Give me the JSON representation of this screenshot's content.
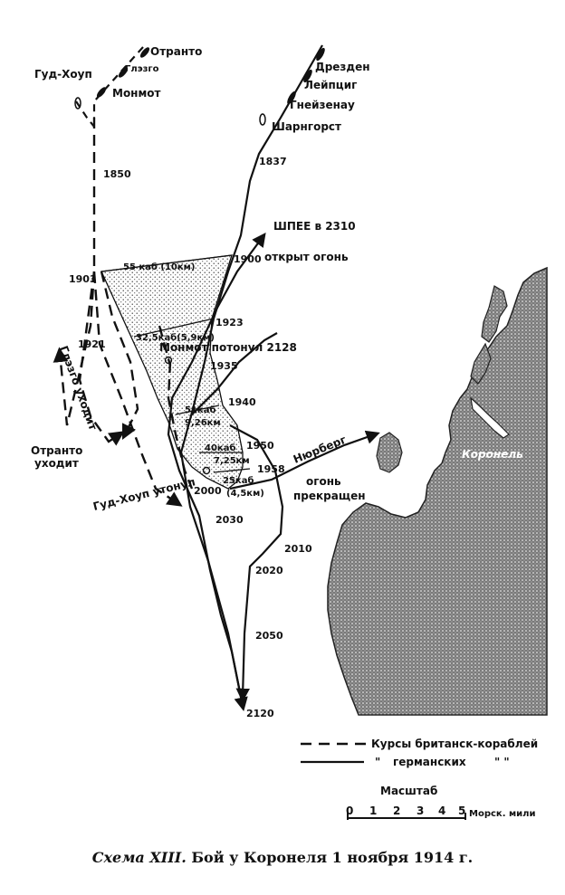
{
  "ships": {
    "otranto": "Отранто",
    "glasgow": "Глэзго",
    "good_hope": "Гуд-Хоуп",
    "monmouth": "Монмот",
    "dresden": "Дрезден",
    "leipzig": "Лейпциг",
    "gneisenau": "Гнейзенау",
    "scharnhorst": "Шарнгорст"
  },
  "events": {
    "spee": "ШПЕЕ в 2310",
    "open_fire": "открыт огонь",
    "monmouth_sunk": "Монмот потонул 2128",
    "glasgow_leaves": "Глэзго уходит",
    "otranto_leaves_1": "Отранто",
    "otranto_leaves_2": "уходит",
    "good_hope_sunk": "Гуд-Хоуп утонул",
    "nurnberg": "Нюрберг",
    "fire_stop_1": "огонь",
    "fire_stop_2": "прекращен",
    "coronel": "Коронель"
  },
  "distances": {
    "d55": "55 каб (10км)",
    "d325": "32,5каб(5,9км)",
    "d51": "51каб",
    "d926": "9,26км",
    "d40": "40каб",
    "d725": "7,25км",
    "d25": "25каб",
    "d45": "(4,5км)"
  },
  "times": {
    "t1850": "1850",
    "t1903": "1903",
    "t1921": "1921",
    "t1837": "1837",
    "t1900": "1900",
    "t1923": "1923",
    "t1935": "1935",
    "t1940": "1940",
    "t1950": "1950",
    "t1958": "1958",
    "t2000": "2000",
    "t2030": "2030",
    "t2010": "2010",
    "t2020": "2020",
    "t2050": "2050",
    "t2120": "2120"
  },
  "legend": {
    "british": "Курсы британск-кораблей",
    "german_ditto": "\"",
    "german": "германских",
    "german_end": "\" \""
  },
  "scale": {
    "title": "Масштаб",
    "ticks": [
      "0",
      "1",
      "2",
      "3",
      "4",
      "5"
    ],
    "unit": "Морск. мили"
  },
  "caption": {
    "scheme": "Схема XIII.",
    "title": "Бой у Коронеля 1 ноября 1914 г."
  }
}
